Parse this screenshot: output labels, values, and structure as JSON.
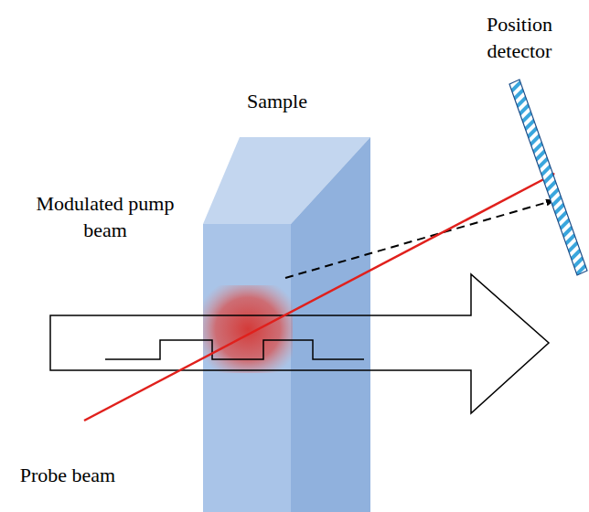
{
  "diagram": {
    "labels": [
      "Position detector",
      "Sample",
      "Modulated pump beam",
      "Probe beam"
    ]
  }
}
